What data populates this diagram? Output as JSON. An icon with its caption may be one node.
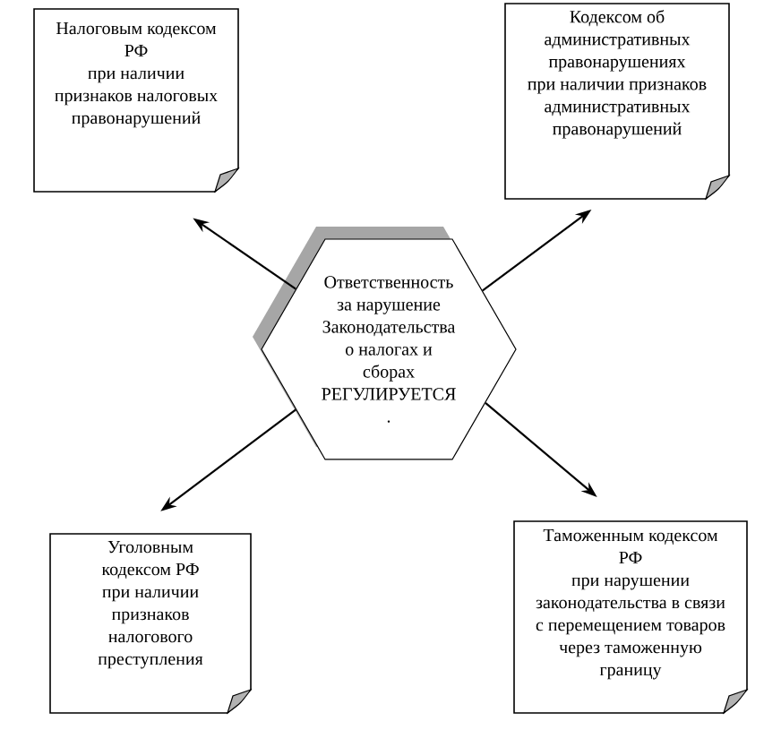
{
  "diagram": {
    "nodes": [
      {
        "text": [
          "Налоговым кодексом РФ",
          "при наличии признаков налоговых правонарушений"
        ]
      },
      {
        "text": [
          "Кодексом об административных правонарушениях",
          "при наличии признаков административных правонарушений"
        ]
      },
      {
        "text": [
          "Ответственность за нарушение Законодательства о налогах и сборах",
          "РЕГУЛИРУЕТСЯ",
          "."
        ]
      },
      {
        "text": [
          "Уголовным кодексом РФ при наличии признаков налогового преступления"
        ]
      },
      {
        "text": [
          "Таможенным кодексом РФ",
          "при нарушении законодательства в связи с перемещением товаров через таможенную границу"
        ]
      }
    ],
    "edges": [
      {
        "from": 2,
        "to": 0,
        "arrow": "to"
      },
      {
        "from": 2,
        "to": 1,
        "arrow": "to"
      },
      {
        "from": 2,
        "to": 3,
        "arrow": "to"
      },
      {
        "from": 2,
        "to": 4,
        "arrow": "to"
      }
    ]
  }
}
